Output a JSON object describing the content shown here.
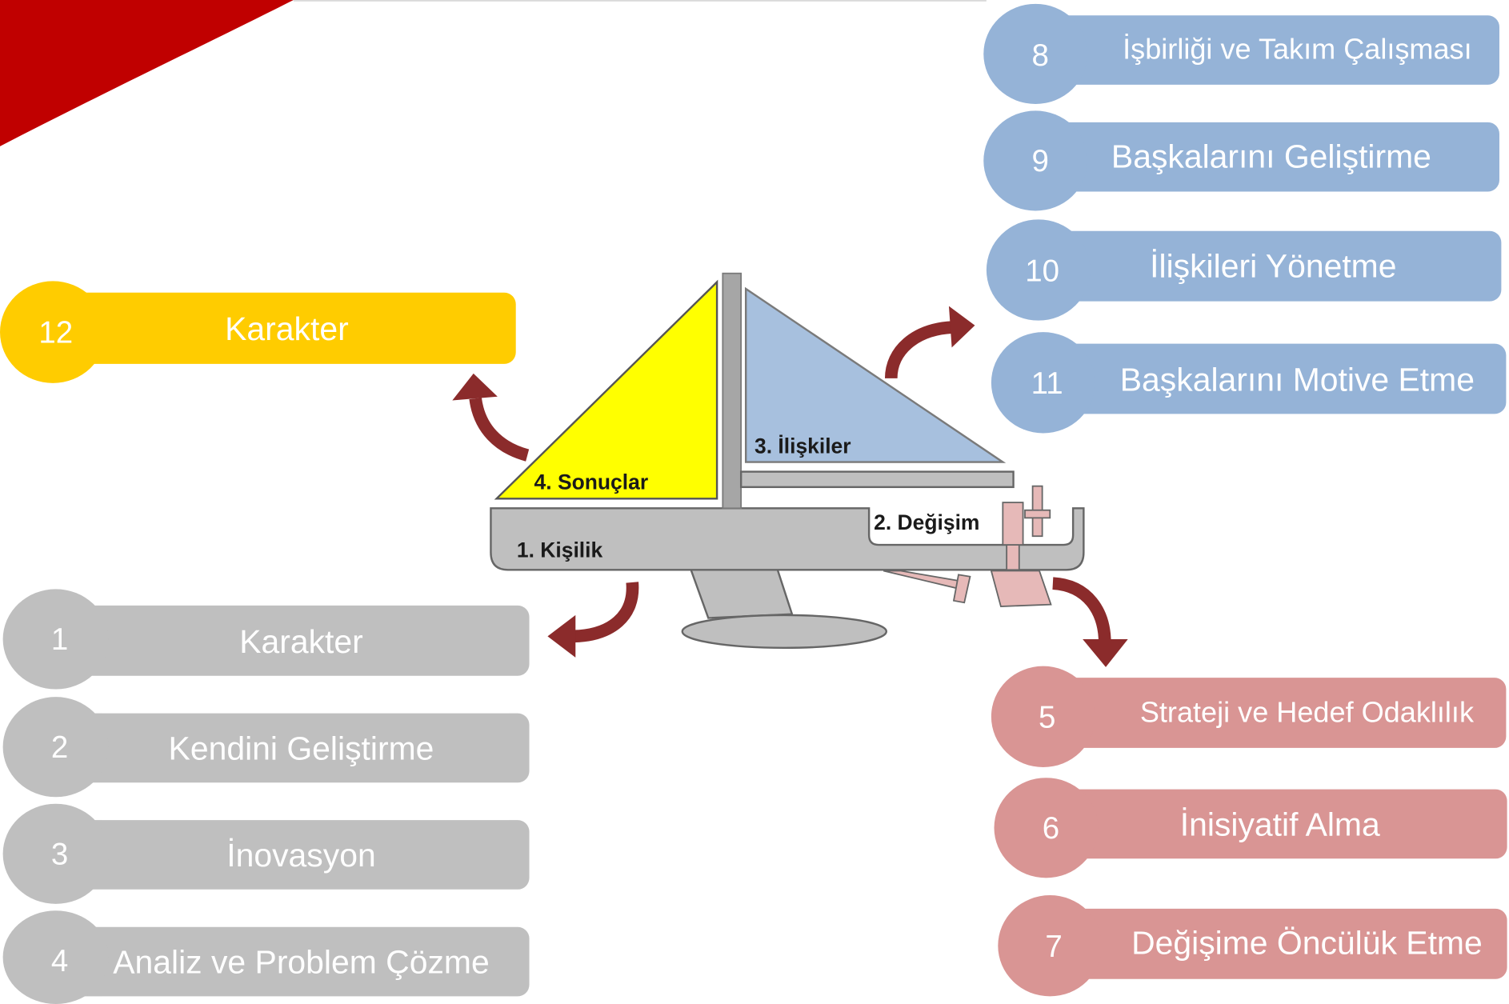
{
  "boat": {
    "labels": {
      "personality": "1. Kişilik",
      "change": "2. Değişim",
      "relations": "3. İlişkiler",
      "results": "4. Sonuçlar"
    }
  },
  "groups": {
    "personality": {
      "items": [
        {
          "number": "1",
          "label": "Karakter"
        },
        {
          "number": "2",
          "label": "Kendini Geliştirme"
        },
        {
          "number": "3",
          "label": "İnovasyon"
        },
        {
          "number": "4",
          "label": "Analiz ve Problem Çözme"
        }
      ]
    },
    "change": {
      "items": [
        {
          "number": "5",
          "label": "Strateji ve Hedef Odaklılık"
        },
        {
          "number": "6",
          "label": "İnisiyatif Alma"
        },
        {
          "number": "7",
          "label": "Değişime Öncülük Etme"
        }
      ]
    },
    "relations": {
      "items": [
        {
          "number": "8",
          "label": "İşbirliği ve Takım Çalışması"
        },
        {
          "number": "9",
          "label": "Başkalarını Geliştirme"
        },
        {
          "number": "10",
          "label": "İlişkileri Yönetme"
        },
        {
          "number": "11",
          "label": "Başkalarını Motive Etme"
        }
      ]
    },
    "results": {
      "items": [
        {
          "number": "12",
          "label": "Karakter"
        }
      ]
    }
  },
  "colors": {
    "personality": "#BFBFBF",
    "change": "#D99594",
    "relations": "#95B3D7",
    "results": "#FFCC00",
    "results-sail": "#FFFF00",
    "relations-sail": "#A7C0DE",
    "hull": "#BFBFBF",
    "rudder": "#E6B9B8",
    "arrow": "#8B2B2B",
    "accent": "#C00000"
  }
}
